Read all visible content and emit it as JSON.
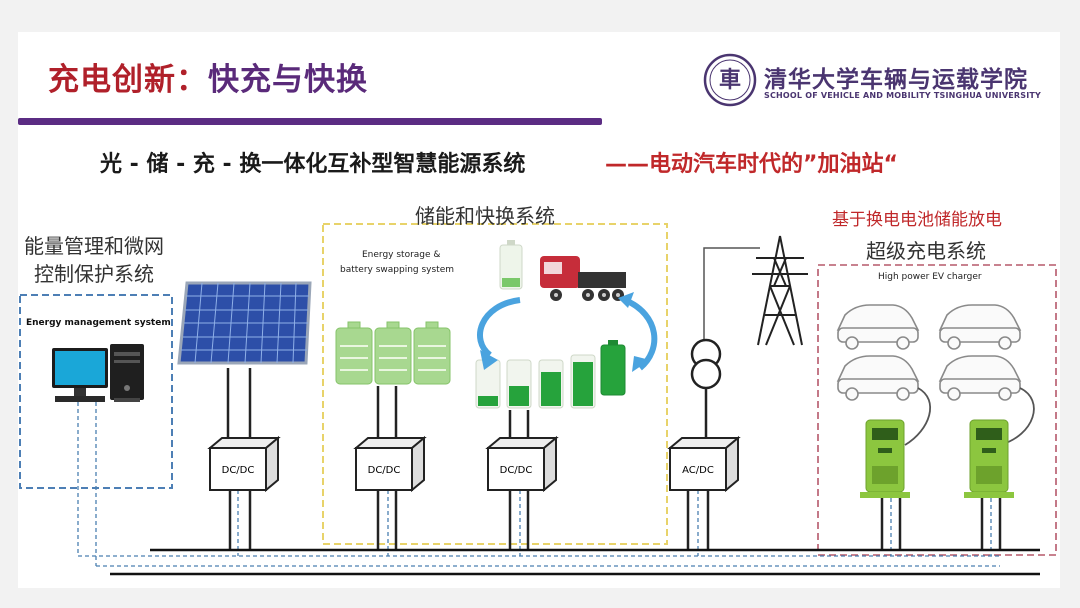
{
  "slide": {
    "title_part1": "充电创新：",
    "title_part2": "快充与快换",
    "university": {
      "logo_glyph": "車",
      "name_cn": "清华大学车辆与运载学院",
      "name_en": "SCHOOL OF VEHICLE AND MOBILITY TSINGHUA UNIVERSITY"
    },
    "subtitle_main": "光 - 储 - 充 - 换一体化互补型智慧能源系统",
    "subtitle_accent": "——电动汽车时代的”加油站“"
  },
  "sections": {
    "ems": {
      "label_line1": "能量管理和微网",
      "label_line2": "控制保护系统",
      "box_caption": "Energy management system"
    },
    "storage": {
      "label": "储能和快换系统",
      "box_caption_line1": "Energy storage &",
      "box_caption_line2": "battery swapping system"
    },
    "charging": {
      "label_red": "基于换电电池储能放电",
      "label": "超级充电系统",
      "box_caption": "High power EV charger"
    }
  },
  "converters": {
    "dc1": "DC/DC",
    "dc2": "DC/DC",
    "dc3": "DC/DC",
    "ac1": "AC/DC"
  },
  "colors": {
    "title_red": "#b0202a",
    "title_purple": "#5a2a7a",
    "rule_purple": "#5b2c83",
    "accent_red": "#c0282a",
    "battery_green": "#1fa23a",
    "arrow_blue": "#4aa3df",
    "box_yellow": "#e8d36a",
    "box_blue": "#4d7fb5",
    "box_red": "#b5586a"
  }
}
